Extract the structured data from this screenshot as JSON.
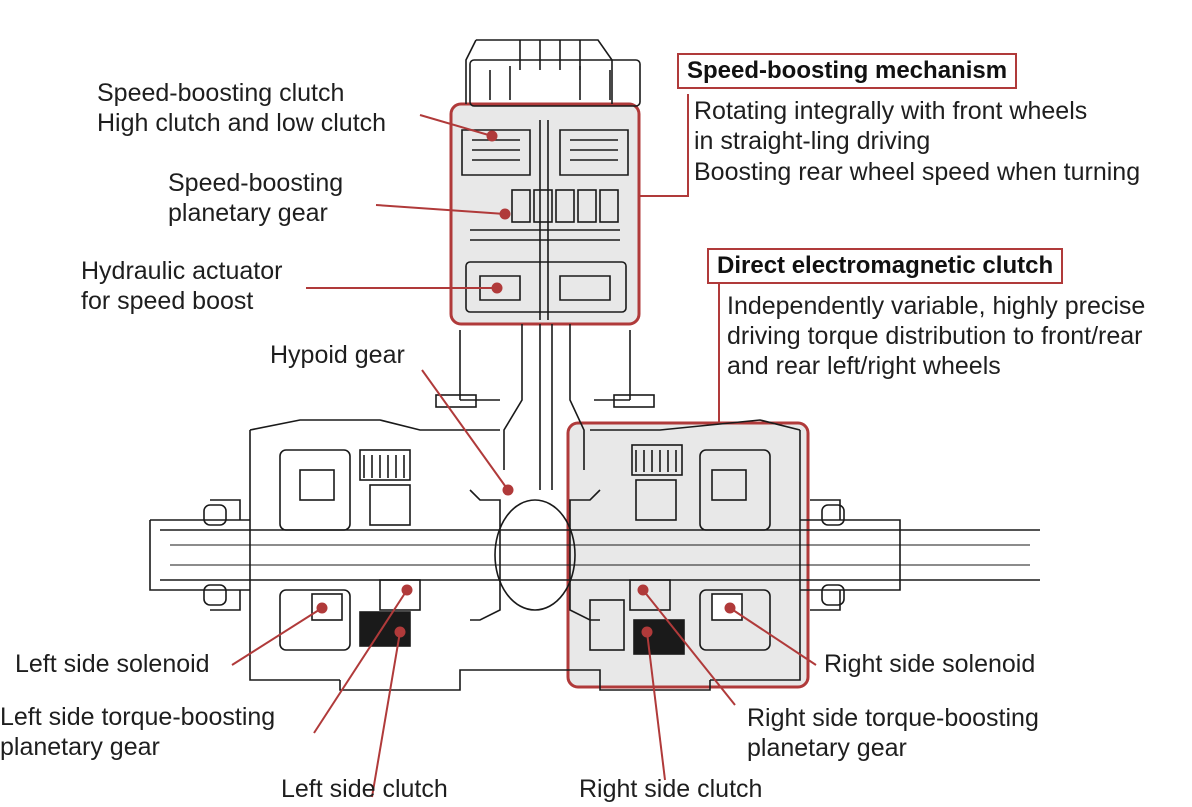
{
  "colors": {
    "accent": "#b03a3a",
    "text": "#1e1e1e",
    "highlight_fill": "#e6e6e6"
  },
  "callouts": {
    "speed_boost": {
      "title": "Speed-boosting mechanism",
      "lines": [
        "Rotating integrally with front wheels",
        "in straight-ling driving",
        "Boosting rear wheel speed when turning"
      ]
    },
    "clutch": {
      "title": "Direct electromagnetic clutch",
      "lines": [
        "Independently variable, highly precise",
        "driving torque distribution to front/rear",
        "and rear left/right wheels"
      ]
    }
  },
  "labels": {
    "speed_clutch": [
      "Speed-boosting clutch",
      "High clutch and low clutch"
    ],
    "planetary": [
      "Speed-boosting",
      "planetary gear"
    ],
    "hydraulic": [
      "Hydraulic actuator",
      "for speed boost"
    ],
    "hypoid": "Hypoid gear",
    "left_solenoid": "Left side solenoid",
    "left_torque": [
      "Left side torque-boosting",
      "planetary gear"
    ],
    "left_clutch": "Left side clutch",
    "right_clutch": "Right side clutch",
    "right_torque": [
      "Right side torque-boosting",
      "planetary gear"
    ],
    "right_solenoid": "Right side solenoid"
  }
}
